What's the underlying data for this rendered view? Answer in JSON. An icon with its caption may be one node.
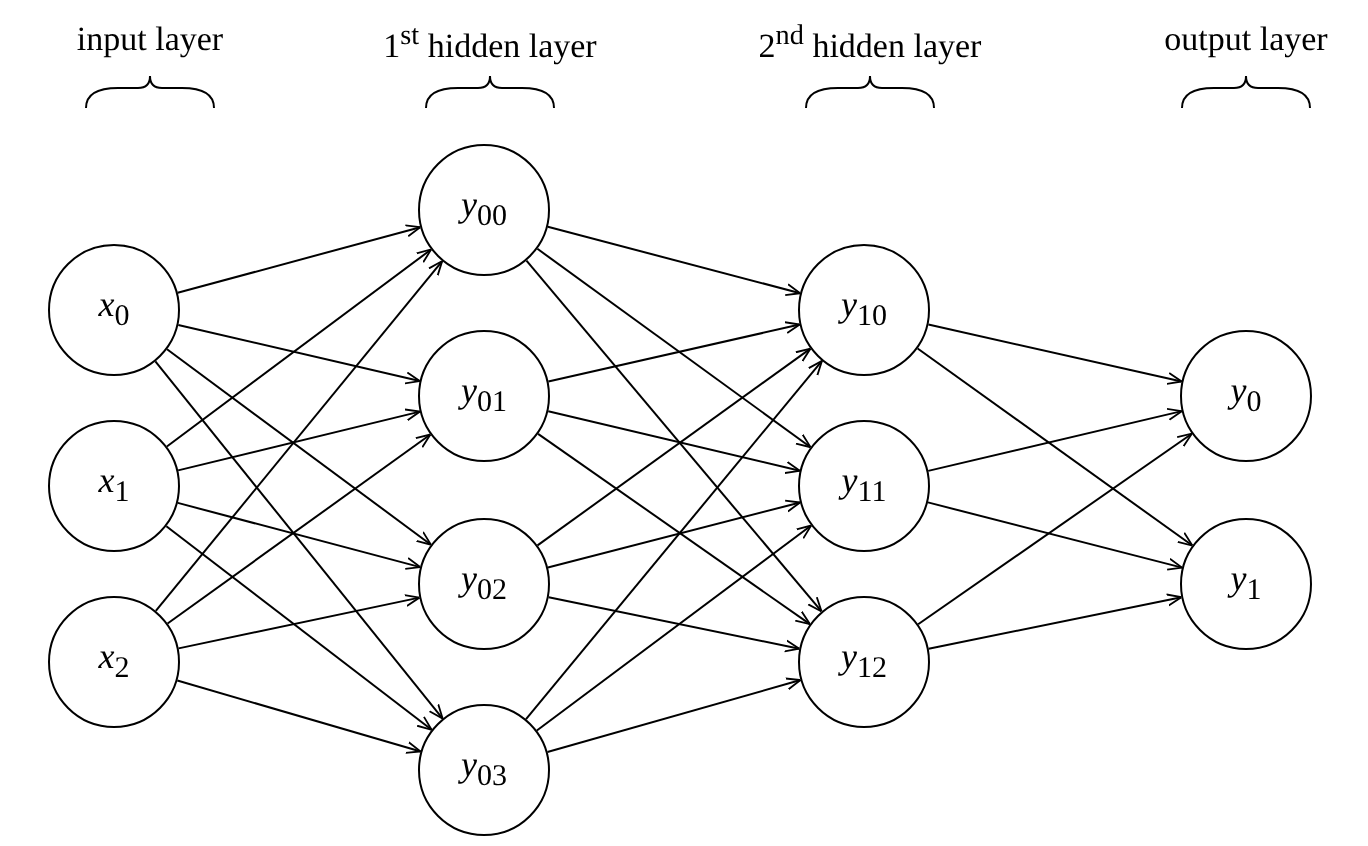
{
  "diagram": {
    "nodes": [
      {
        "text": [
          "*x*$_{0}$"
        ]
      },
      {
        "text": [
          "*x*$_{1}$"
        ]
      },
      {
        "text": [
          "*x*$_{2}$"
        ]
      },
      {
        "text": [
          "*y*$_{00}$"
        ]
      },
      {
        "text": [
          "*y*$_{01}$"
        ]
      },
      {
        "text": [
          "*y*$_{02}$"
        ]
      },
      {
        "text": [
          "*y*$_{03}$"
        ]
      },
      {
        "text": [
          "*y*$_{10}$"
        ]
      },
      {
        "text": [
          "*y*$_{11}$"
        ]
      },
      {
        "text": [
          "*y*$_{12}$"
        ]
      },
      {
        "text": [
          "*y*$_{0}$"
        ]
      },
      {
        "text": [
          "*y*$_{1}$"
        ]
      }
    ],
    "edges": [
      {
        "from": 0,
        "to": 3,
        "arrow": "to"
      },
      {
        "from": 0,
        "to": 4,
        "arrow": "to"
      },
      {
        "from": 0,
        "to": 5,
        "arrow": "to"
      },
      {
        "from": 0,
        "to": 6,
        "arrow": "to"
      },
      {
        "from": 1,
        "to": 3,
        "arrow": "to"
      },
      {
        "from": 1,
        "to": 4,
        "arrow": "to"
      },
      {
        "from": 1,
        "to": 5,
        "arrow": "to"
      },
      {
        "from": 1,
        "to": 6,
        "arrow": "to"
      },
      {
        "from": 2,
        "to": 3,
        "arrow": "to"
      },
      {
        "from": 2,
        "to": 4,
        "arrow": "to"
      },
      {
        "from": 2,
        "to": 5,
        "arrow": "to"
      },
      {
        "from": 2,
        "to": 6,
        "arrow": "to"
      },
      {
        "from": 3,
        "to": 7,
        "arrow": "to"
      },
      {
        "from": 3,
        "to": 8,
        "arrow": "to"
      },
      {
        "from": 3,
        "to": 9,
        "arrow": "to"
      },
      {
        "from": 4,
        "to": 7,
        "arrow": "to"
      },
      {
        "from": 4,
        "to": 8,
        "arrow": "to"
      },
      {
        "from": 4,
        "to": 9,
        "arrow": "to"
      },
      {
        "from": 5,
        "to": 7,
        "arrow": "to"
      },
      {
        "from": 5,
        "to": 8,
        "arrow": "to"
      },
      {
        "from": 5,
        "to": 9,
        "arrow": "to"
      },
      {
        "from": 6,
        "to": 7,
        "arrow": "to"
      },
      {
        "from": 6,
        "to": 8,
        "arrow": "to"
      },
      {
        "from": 6,
        "to": 9,
        "arrow": "to"
      },
      {
        "from": 7,
        "to": 10,
        "arrow": "to"
      },
      {
        "from": 7,
        "to": 11,
        "arrow": "to"
      },
      {
        "from": 8,
        "to": 10,
        "arrow": "to"
      },
      {
        "from": 8,
        "to": 11,
        "arrow": "to"
      },
      {
        "from": 9,
        "to": 10,
        "arrow": "to"
      },
      {
        "from": 9,
        "to": 11,
        "arrow": "to"
      }
    ],
    "labels": [
      "input layer",
      "1$^{st}$ hidden layer",
      "2$^{nd}$ hidden layer",
      "output layer"
    ]
  }
}
